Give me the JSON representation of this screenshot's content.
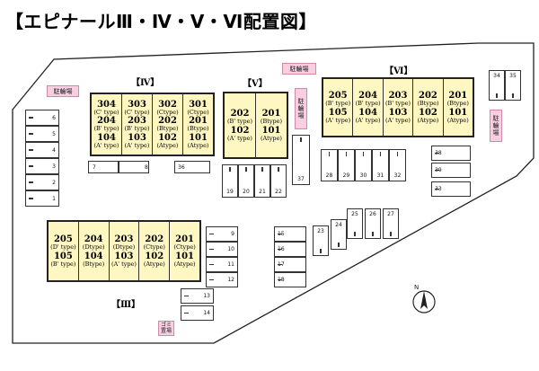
{
  "title": "【エピナールⅢ・Ⅳ・Ⅴ・Ⅵ配置図】",
  "compass_label": "N",
  "bike_labels": {
    "b1": "駐輪場",
    "b2": "駐輪場",
    "b3": "駐輪場",
    "b4": "駐輪場",
    "trash_top": "ゴミ",
    "trash_bottom": "置場"
  },
  "buildings": {
    "iv": {
      "label": "【Ⅳ】",
      "units": [
        {
          "lines": [
            {
              "n": "304"
            },
            {
              "t": "(C' type)"
            },
            {
              "n": "204"
            },
            {
              "t": "(B' type)"
            },
            {
              "n": "104"
            },
            {
              "t": "(A' type)"
            }
          ]
        },
        {
          "lines": [
            {
              "n": "303"
            },
            {
              "t": "(C' type)"
            },
            {
              "n": "203"
            },
            {
              "t": "(B' type)"
            },
            {
              "n": "103"
            },
            {
              "t": "(A' type)"
            }
          ]
        },
        {
          "lines": [
            {
              "n": "302"
            },
            {
              "t": "(Ctype)"
            },
            {
              "n": "202"
            },
            {
              "t": "(Btype)"
            },
            {
              "n": "102"
            },
            {
              "t": "(Atype)"
            }
          ]
        },
        {
          "lines": [
            {
              "n": "301"
            },
            {
              "t": "(Ctype)"
            },
            {
              "n": "201"
            },
            {
              "t": "(Btype)"
            },
            {
              "n": "101"
            },
            {
              "t": "(Atype)"
            }
          ]
        }
      ]
    },
    "v": {
      "label": "【Ⅴ】",
      "units": [
        {
          "lines": [
            {
              "n": "202"
            },
            {
              "t": "(B' type)"
            },
            {
              "n": "102"
            },
            {
              "t": "(A' type)"
            }
          ]
        },
        {
          "lines": [
            {
              "n": "201"
            },
            {
              "t": "(Btype)"
            },
            {
              "n": "101"
            },
            {
              "t": "(Atype)"
            }
          ]
        }
      ]
    },
    "vi": {
      "label": "【Ⅵ】",
      "units": [
        {
          "lines": [
            {
              "n": "205"
            },
            {
              "t": "(B' type)"
            },
            {
              "n": "105"
            },
            {
              "t": "(A' type)"
            }
          ]
        },
        {
          "lines": [
            {
              "n": "204"
            },
            {
              "t": "(B' type)"
            },
            {
              "n": "104"
            },
            {
              "t": "(A' type)"
            }
          ]
        },
        {
          "lines": [
            {
              "n": "203"
            },
            {
              "t": "(B' type)"
            },
            {
              "n": "103"
            },
            {
              "t": "(A' type)"
            }
          ]
        },
        {
          "lines": [
            {
              "n": "202"
            },
            {
              "t": "(Btype)"
            },
            {
              "n": "102"
            },
            {
              "t": "(Atype)"
            }
          ]
        },
        {
          "lines": [
            {
              "n": "201"
            },
            {
              "t": "(Btype)"
            },
            {
              "n": "101"
            },
            {
              "t": "(Atype)"
            }
          ]
        }
      ]
    },
    "iii": {
      "label": "【Ⅲ】",
      "units": [
        {
          "lines": [
            {
              "n": "205"
            },
            {
              "t": "(D' type)"
            },
            {
              "n": "105"
            },
            {
              "t": "(B' type)"
            }
          ]
        },
        {
          "lines": [
            {
              "n": "204"
            },
            {
              "t": "(Dtype)"
            },
            {
              "n": "104"
            },
            {
              "t": "(Btype)"
            }
          ]
        },
        {
          "lines": [
            {
              "n": "203"
            },
            {
              "t": "(Dtype)"
            },
            {
              "n": "103"
            },
            {
              "t": "(A' type)"
            }
          ]
        },
        {
          "lines": [
            {
              "n": "202"
            },
            {
              "t": "(Ctype)"
            },
            {
              "n": "102"
            },
            {
              "t": "(Atype)"
            }
          ]
        },
        {
          "lines": [
            {
              "n": "201"
            },
            {
              "t": "(Ctype)"
            },
            {
              "n": "101"
            },
            {
              "t": "(Atype)"
            }
          ]
        }
      ]
    }
  },
  "parking": {
    "p1": "1",
    "p2": "2",
    "p3": "3",
    "p4": "4",
    "p5": "5",
    "p6": "6",
    "p7": "7",
    "p8": "8",
    "p9": "9",
    "p10": "10",
    "p11": "11",
    "p12": "12",
    "p13": "13",
    "p14": "14",
    "p15": "15",
    "p16": "16",
    "p17": "17",
    "p18": "18",
    "p19": "19",
    "p20": "20",
    "p21": "21",
    "p22": "22",
    "p23": "23",
    "p24": "24",
    "p25": "25",
    "p26": "26",
    "p27": "27",
    "p28": "28",
    "p29": "29",
    "p30": "30",
    "p31": "31",
    "p32": "32",
    "p33": "33",
    "p34": "34",
    "p35": "35",
    "p36": "36",
    "p37": "37",
    "p38": "38",
    "p39": "39"
  }
}
